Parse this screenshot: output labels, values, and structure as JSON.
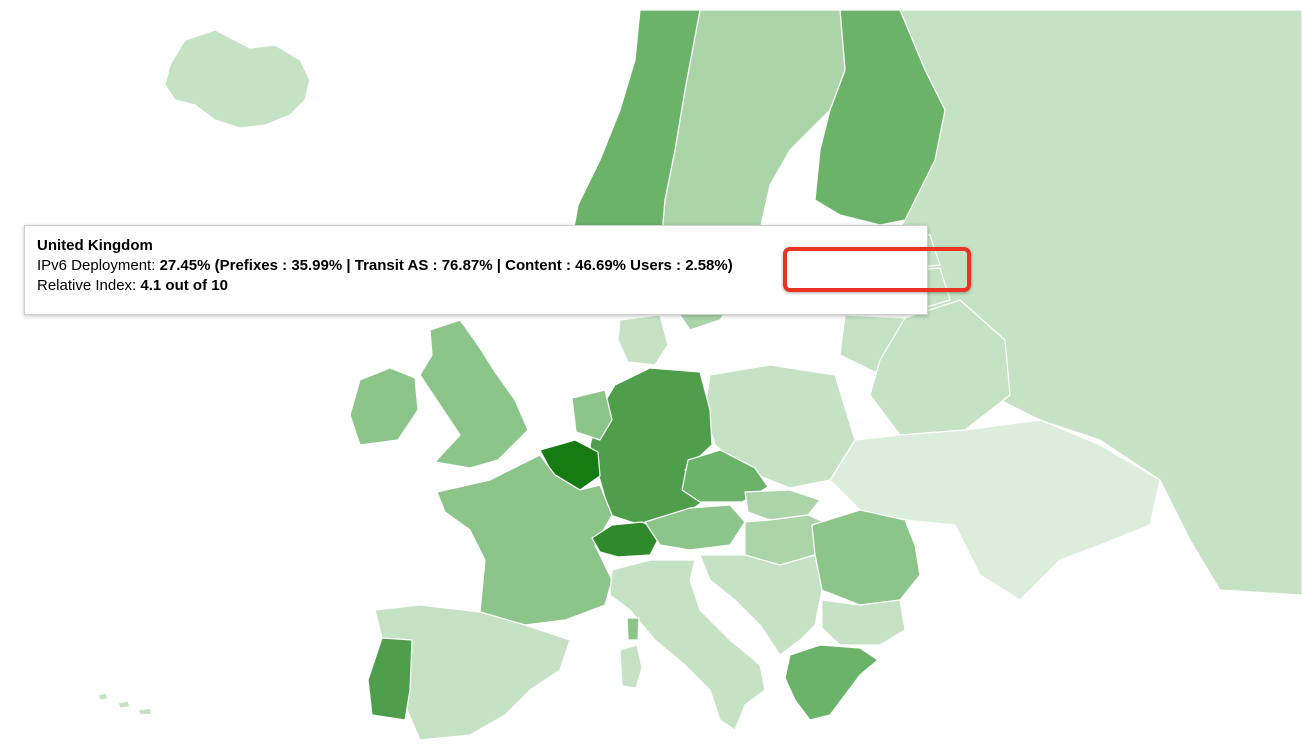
{
  "tooltip": {
    "country": "United Kingdom",
    "deployment_label": "IPv6 Deployment:",
    "deployment_value": "27.45%",
    "prefixes_label": "(Prefixes :",
    "prefixes_value": "35.99%",
    "transit_label": "| Transit AS :",
    "transit_value": "76.87%",
    "content_label": "| Content :",
    "content_value": "46.69%",
    "users_label": "Users :",
    "users_value": "2.58%)",
    "index_label": "Relative Index:",
    "index_value": "4.1 out of 10"
  },
  "colors": {
    "level_1": "#dceedb",
    "level_2": "#c5e2c4",
    "level_3": "#abd4a9",
    "level_4": "#8cc589",
    "level_5": "#6cb36a",
    "level_6": "#4f9e4c",
    "level_7": "#2f8a2c",
    "level_8": "#157b12",
    "no_data": "#ffffff",
    "highlight": "#ea3323"
  },
  "map_regions": [
    {
      "name": "iceland",
      "level": "level_2"
    },
    {
      "name": "norway",
      "level": "level_5"
    },
    {
      "name": "sweden",
      "level": "level_3"
    },
    {
      "name": "finland",
      "level": "level_5"
    },
    {
      "name": "russia",
      "level": "level_2"
    },
    {
      "name": "estonia",
      "level": "level_2"
    },
    {
      "name": "latvia",
      "level": "level_2"
    },
    {
      "name": "lithuania",
      "level": "level_2"
    },
    {
      "name": "belarus",
      "level": "level_2"
    },
    {
      "name": "ukraine",
      "level": "level_1"
    },
    {
      "name": "united-kingdom",
      "level": "level_4"
    },
    {
      "name": "ireland",
      "level": "level_4"
    },
    {
      "name": "france",
      "level": "level_4"
    },
    {
      "name": "belgium",
      "level": "level_8"
    },
    {
      "name": "netherlands",
      "level": "level_4"
    },
    {
      "name": "germany",
      "level": "level_6"
    },
    {
      "name": "denmark",
      "level": "level_2"
    },
    {
      "name": "poland",
      "level": "level_2"
    },
    {
      "name": "czechia",
      "level": "level_5"
    },
    {
      "name": "austria",
      "level": "level_4"
    },
    {
      "name": "switzerland",
      "level": "level_7"
    },
    {
      "name": "slovakia",
      "level": "level_3"
    },
    {
      "name": "hungary",
      "level": "level_3"
    },
    {
      "name": "romania",
      "level": "level_4"
    },
    {
      "name": "italy",
      "level": "level_2"
    },
    {
      "name": "spain",
      "level": "level_2"
    },
    {
      "name": "portugal",
      "level": "level_6"
    },
    {
      "name": "balkans",
      "level": "level_2"
    },
    {
      "name": "bulgaria",
      "level": "level_2"
    },
    {
      "name": "greece",
      "level": "level_5"
    },
    {
      "name": "sardinia",
      "level": "level_2"
    },
    {
      "name": "corsica",
      "level": "level_4"
    }
  ]
}
